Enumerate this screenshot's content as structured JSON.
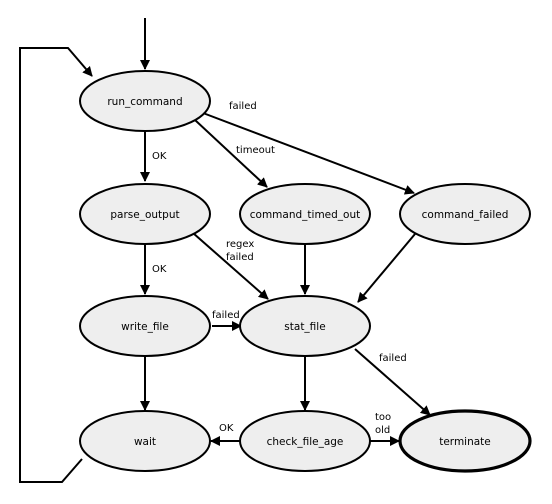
{
  "diagram": {
    "type": "state-machine",
    "nodes": {
      "run_command": "run_command",
      "parse_output": "parse_output",
      "command_timed_out": "command_timed_out",
      "command_failed": "command_failed",
      "write_file": "write_file",
      "stat_file": "stat_file",
      "wait": "wait",
      "check_file_age": "check_file_age",
      "terminate": "terminate"
    },
    "edge_labels": {
      "run_command_to_parse_output": "OK",
      "run_command_to_command_timed_out": "timeout",
      "run_command_to_command_failed": "failed",
      "parse_output_to_write_file": "OK",
      "parse_output_to_stat_file_line1": "regex",
      "parse_output_to_stat_file_line2": "failed",
      "write_file_to_stat_file": "failed",
      "stat_file_to_terminate": "failed",
      "check_file_age_to_wait": "OK",
      "check_file_age_to_terminate_line1": "too",
      "check_file_age_to_terminate_line2": "old"
    },
    "terminal_node": "terminate",
    "colors": {
      "node_fill": "#eeeeee",
      "stroke": "#000000",
      "background": "#ffffff"
    }
  }
}
